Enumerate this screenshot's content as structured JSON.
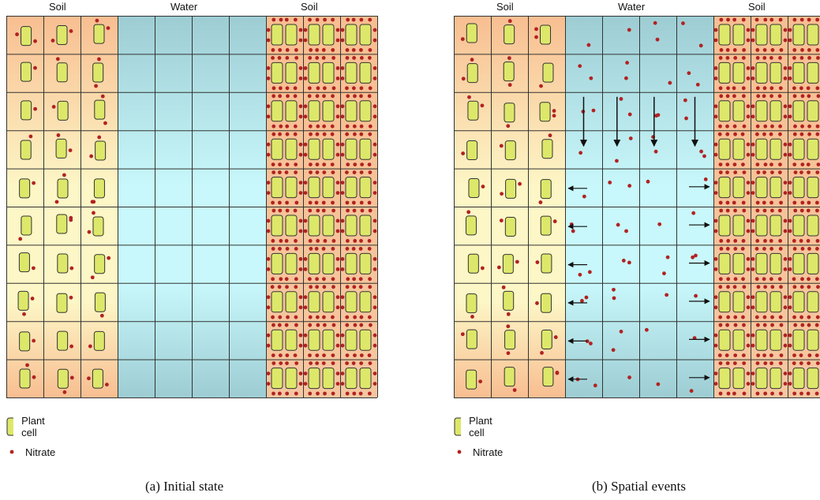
{
  "panels": [
    {
      "id": "a",
      "headers": {
        "soil_left": "Soil",
        "water": "Water",
        "soil_right": "Soil"
      },
      "caption": "(a)  Initial state",
      "water_has_nitrate": false,
      "arrows": false
    },
    {
      "id": "b",
      "headers": {
        "soil_left": "Soil",
        "water": "Water",
        "soil_right": "Soil"
      },
      "caption": "(b)  Spatial events",
      "water_has_nitrate": true,
      "arrows": true
    }
  ],
  "legend": {
    "plant_cell": "Plant cell",
    "nitrate": "Nitrate"
  },
  "colors": {
    "soil_orange": "#f8be91",
    "soil_yellow": "#fdf6c6",
    "water_dark": "#9dcdd3",
    "water_light": "#c8f8fb",
    "plant_cell": "#dde86a",
    "nitrate": "#b22222",
    "grid_line": "#333333"
  }
}
